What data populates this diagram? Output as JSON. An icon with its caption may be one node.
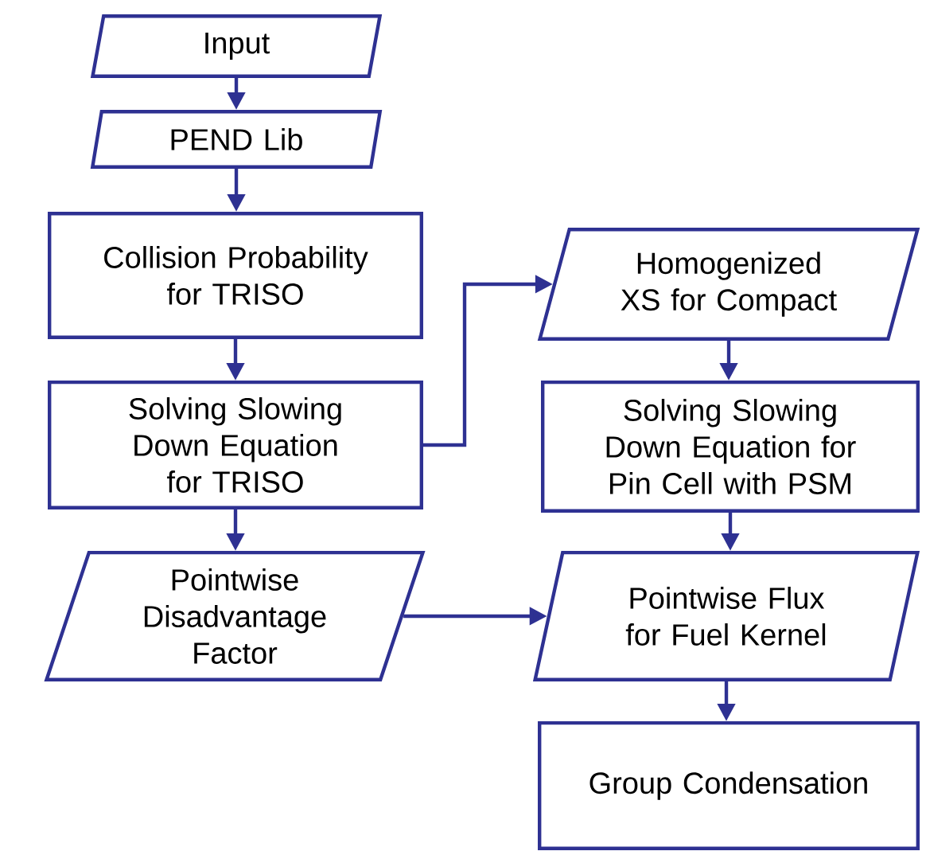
{
  "diagram": {
    "nodes": [
      {
        "text": [
          "Input"
        ]
      },
      {
        "text": [
          "PEND Lib"
        ]
      },
      {
        "text": [
          "Collision Probability for TRISO"
        ]
      },
      {
        "text": [
          "Solving Slowing Down Equation for TRISO"
        ]
      },
      {
        "text": [
          "Pointwise Disadvantage Factor"
        ]
      },
      {
        "text": [
          "Homogenized XS for Compact"
        ]
      },
      {
        "text": [
          "Solving Slowing Down Equation for Pin Cell with PSM"
        ]
      },
      {
        "text": [
          "Pointwise Flux for Fuel Kernel"
        ]
      },
      {
        "text": [
          "Group Condensation"
        ]
      }
    ],
    "edges": [
      {
        "from": 0,
        "to": 1,
        "arrow": "to"
      },
      {
        "from": 1,
        "to": 2,
        "arrow": "to"
      },
      {
        "from": 2,
        "to": 3,
        "arrow": "to"
      },
      {
        "from": 3,
        "to": 4,
        "arrow": "to"
      },
      {
        "from": 3,
        "to": 5,
        "arrow": "to"
      },
      {
        "from": 5,
        "to": 6,
        "arrow": "to"
      },
      {
        "from": 6,
        "to": 7,
        "arrow": "to"
      },
      {
        "from": 4,
        "to": 7,
        "arrow": "to"
      },
      {
        "from": 7,
        "to": 8,
        "arrow": "to"
      }
    ]
  }
}
